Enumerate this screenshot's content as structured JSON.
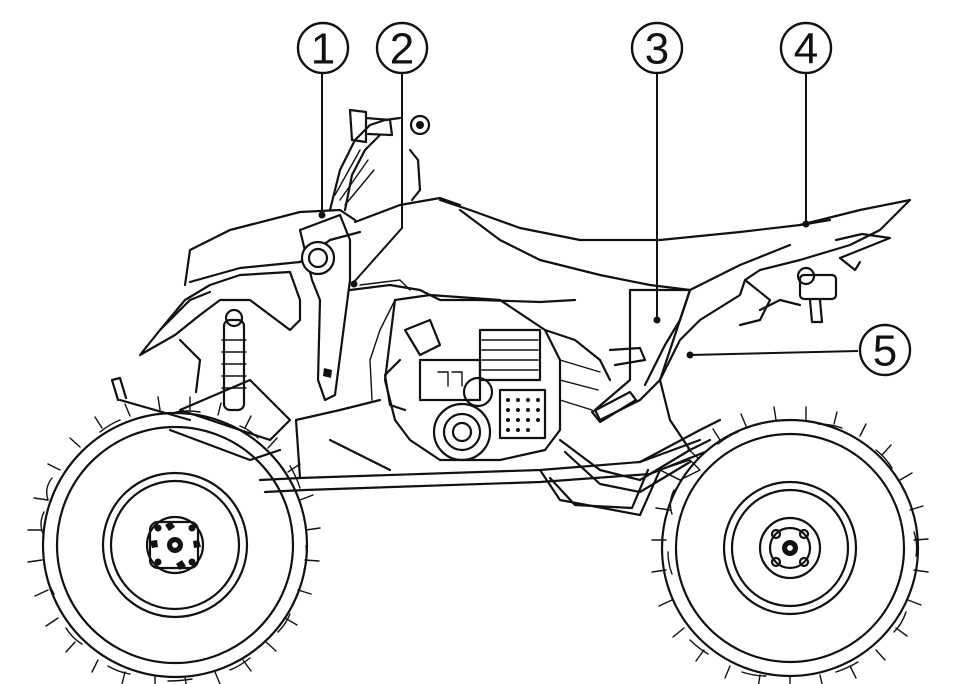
{
  "callouts": [
    {
      "id": "callout-1",
      "label": "1"
    },
    {
      "id": "callout-2",
      "label": "2"
    },
    {
      "id": "callout-3",
      "label": "3"
    },
    {
      "id": "callout-4",
      "label": "4"
    },
    {
      "id": "callout-5",
      "label": "5"
    }
  ],
  "colors": {
    "ink": "#111111",
    "background": "#ffffff"
  }
}
